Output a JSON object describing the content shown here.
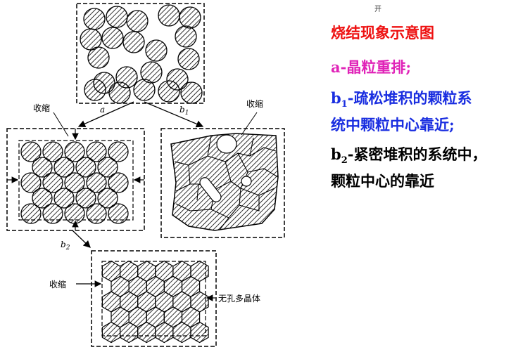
{
  "top_mark": "开",
  "title": "烧结现象示意图",
  "items": {
    "a": {
      "prefix": "a",
      "text": "-晶粒重排;"
    },
    "b1": {
      "prefix": "b",
      "sub": "1",
      "line1": "-疏松堆积的颗粒系",
      "line2": "统中颗粒中心靠近;"
    },
    "b2": {
      "prefix": "b",
      "sub": "2",
      "line1": "-紧密堆积的系统中，",
      "line2": "颗粒中心的靠近"
    }
  },
  "diagram": {
    "arrow_a": "a",
    "arrow_b1": {
      "base": "b",
      "sub": "1"
    },
    "arrow_b2": {
      "base": "b",
      "sub": "2"
    },
    "shrink_left": "收缩",
    "shrink_right": "收缩",
    "shrink_bottom": "收缩",
    "result": "无孔多晶体"
  },
  "colors": {
    "title": "#ee1111",
    "a": "#e023b8",
    "b1": "#1a2ee0",
    "b2": "#000000"
  }
}
